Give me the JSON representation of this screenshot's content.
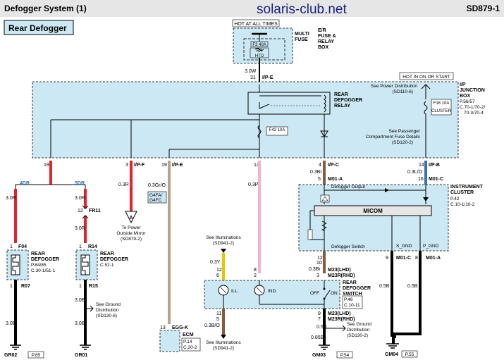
{
  "header": {
    "title": "Defogger System (1)",
    "site": "solaris-club.net",
    "code": "SD879-1"
  },
  "section_title": "Rear Defogger",
  "colors": {
    "blue_fill": "#cce8f4",
    "red_wire": "#e8202a",
    "pink_wire": "#f3b3c8",
    "brown_wire": "#8b5a3c",
    "tan_wire": "#b8a48c",
    "blue_wire": "#3b6fb6",
    "yellow_wire": "#e6c800",
    "black_wire": "#000000",
    "header_bg": "#e6e6e6"
  },
  "top": {
    "hot_all_times": "HOT AT ALL TIMES",
    "multi_fuse": "MULTI\nFUSE",
    "er_box": "E/R\nFUSE &\nRELAY\nBOX",
    "fuse_f3": "F3 40A",
    "rr_htd": "RR\nHTD",
    "wire_3w": "3.0W",
    "conn_31": "31",
    "conn_ipe": "I/P-E"
  },
  "junction": {
    "hot_in_on": "HOT IN ON OR START",
    "title": "I/P\nJUNCTION\nBOX",
    "ref": "P.56/57\nC.70-1/70-2/\n70-3/70-4",
    "see_power": "See Power Distribution\n(SD110-6)",
    "fuse_f16": "F16 10A",
    "cluster": "CLUSTER",
    "relay_title": "REAR\nDEFOGGER\nRELAY",
    "fuse_f42": "F42 10A",
    "see_passenger": "See Passenger\nCompartment Fuse Details\n(SD120-2)"
  },
  "connectors": {
    "c19a": "19",
    "c3": "3",
    "ipf": "I/P-F",
    "c19b": "19",
    "ipe2": "I/P-E",
    "c13": "13",
    "c4": "4",
    "ipc": "I/P-C",
    "c14": "14",
    "ipb": "I/P-B"
  },
  "left": {
    "dr4": "4DR",
    "dr5": "5DR",
    "w30r_a": "3.0R",
    "w30r_b": "3.0R",
    "w30r_c": "3.0R",
    "c12": "12",
    "fr11": "FR11",
    "c1a": "1",
    "f04": "F04",
    "c1b": "1",
    "r14": "R14",
    "rd1_title": "REAR\nDEFOGGER",
    "rd1_ref": "P.84/85\nC.30-1/51-1",
    "rd2_title": "REAR\nDEFOGGER",
    "rd2_ref": "C.52-1",
    "c1c": "1",
    "r07": "R07",
    "c1d": "1",
    "r15": "R15",
    "w30b_a": "3.0B",
    "w30b_b": "3.0B",
    "w30b_c": "3.0B",
    "see_ground": "See Ground\nDistribution\n(SD130-6)",
    "gr02": "GR02",
    "p85": "P.85",
    "gr01": "GR01"
  },
  "middle": {
    "w03r": "0.3R",
    "to_power": "To Power\nOutside Mirror\n(SD879-2)",
    "w03gro": "0.3Gr/O",
    "g4fa": "G4FA/\nG4FC",
    "w03p": "0.3P",
    "c13b": "13",
    "eggk": "EGG-K",
    "ecm": "ECM",
    "ecm_ref": "P.14\nC.20-2"
  },
  "cluster": {
    "w03br": "0.3Br",
    "c5": "5",
    "m01a": "M01-A",
    "w03lo": "0.3L/O",
    "c16": "16",
    "m01c": "M01-C",
    "title": "INSTRUMENT\nCLUSTER",
    "ref": "P.42\nC.10-1/10-2",
    "defog_output": "Defogger Output",
    "micom": "MICOM",
    "defog_switch": "Defogger Switch",
    "s_gnd": "S_GND",
    "p_gnd": "P_GND",
    "c12b": "12",
    "c9": "9",
    "m01c2": "M01-C",
    "c8": "8",
    "m01a2": "M01-A",
    "w05b_a": "0.5B",
    "w05b_b": "0.5B",
    "gm04": "GM04",
    "p55": "P.55"
  },
  "switch": {
    "see_illum1": "See Illuminations\n(SD941-2)",
    "w03y": "0.3Y",
    "c12": "12",
    "c6": "6",
    "c8": "8",
    "c2": "2",
    "c10": "10",
    "c3": "3",
    "w03br": "0.3Br",
    "m23": "M23(LHD)",
    "m23r": "M23R(RHD)",
    "title": "REAR\nDEFOGGER\nSWITCH",
    "ill": "ILL.",
    "ind": "IND.",
    "off": "OFF",
    "on": "ON",
    "ref": "P.46\nC.10-11",
    "c11": "11",
    "c5": "5",
    "c9": "9",
    "c7": "7",
    "m23b": "M23(LHD)",
    "m23rb": "M23R(RHD)",
    "w03bo": "0.3B/O",
    "see_illum2": "See Illuminations\n(SD941-2)",
    "w05b": "0.5B",
    "see_ground2": "See Ground\nDistribution\n(SD130-2)",
    "w085b": "0.85B",
    "gm03": "GM03",
    "p54": "P.54"
  }
}
